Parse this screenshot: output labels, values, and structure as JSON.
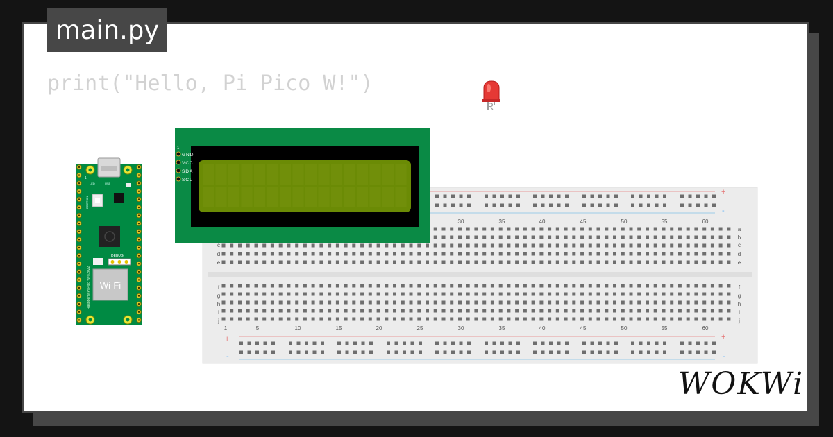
{
  "editor": {
    "filename": "main.py",
    "code": "print(\"Hello, Pi Pico W!\")"
  },
  "pico": {
    "wifi_label": "Wi-Fi",
    "debug_label": "DEBUG",
    "board_text": "Raspberry Pi Pico W ©2022",
    "bootsel_label": "BOOTSEL",
    "led_label": "LED",
    "usb_label": "USB",
    "pin_one": "1"
  },
  "lcd": {
    "pin_labels": [
      "GND",
      "VCC",
      "SDA",
      "SCL"
    ]
  },
  "breadboard": {
    "column_numbers": [
      "30",
      "35",
      "40",
      "45",
      "50",
      "55",
      "60"
    ],
    "column_numbers_bottom": [
      "1",
      "5",
      "10",
      "15",
      "20",
      "25",
      "30",
      "35",
      "40",
      "45",
      "50",
      "55",
      "60"
    ],
    "rows_top": [
      "a",
      "b",
      "c",
      "d",
      "e"
    ],
    "rows_bottom": [
      "f",
      "g",
      "h",
      "i",
      "j"
    ],
    "plus_sign": "+",
    "minus_sign": "-"
  },
  "led": {
    "label": "R",
    "color": "#e53935"
  },
  "brand": {
    "logo_text": "WOKWi"
  },
  "colors": {
    "frame": "#474747",
    "pcb_green": "#008a43",
    "lcd_panel": "#6b8b05",
    "lcd_board": "#0a8a45"
  }
}
